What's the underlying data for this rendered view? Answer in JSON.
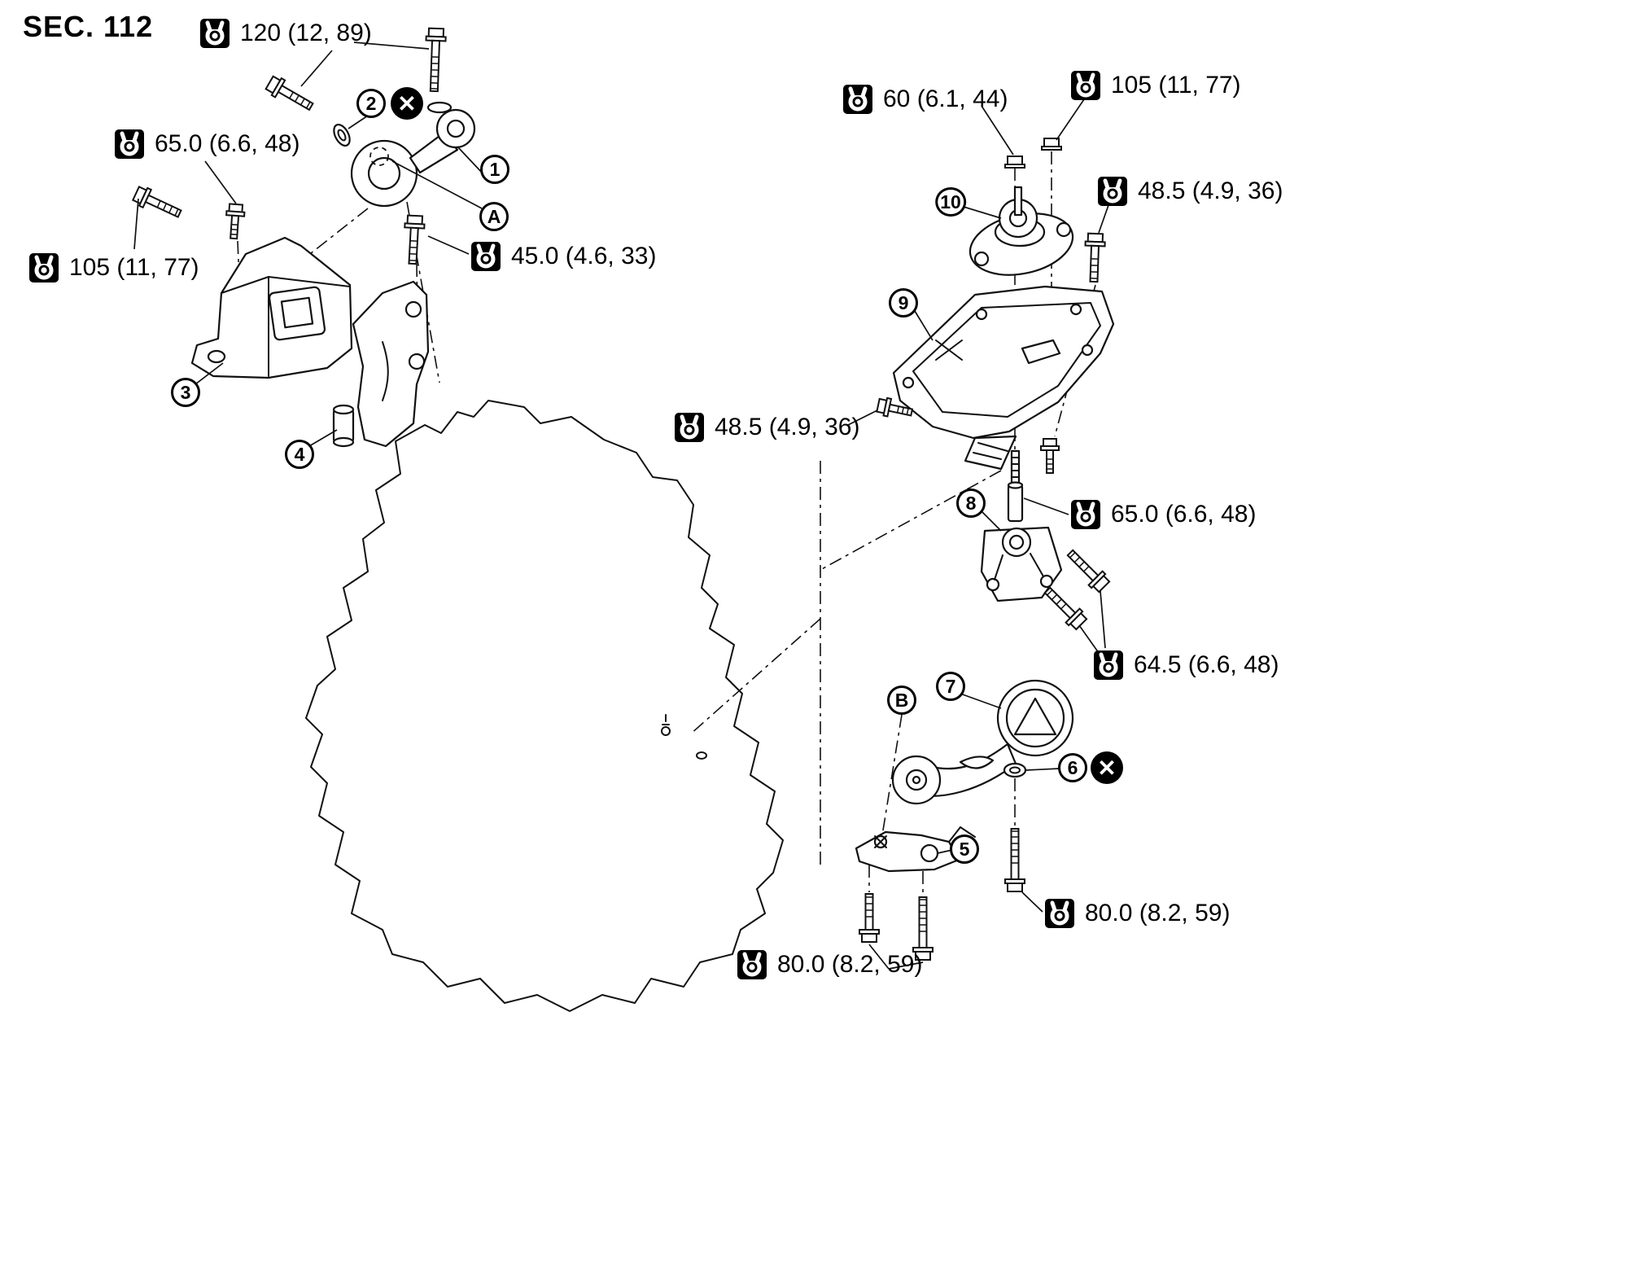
{
  "title": "SEC. 112",
  "callouts": [
    {
      "id": "torque-120",
      "text": "120 (12, 89)"
    },
    {
      "id": "torque-65-left",
      "text": "65.0 (6.6, 48)"
    },
    {
      "id": "torque-105-left",
      "text": "105 (11, 77)"
    },
    {
      "id": "torque-45",
      "text": "45.0 (4.6, 33)"
    },
    {
      "id": "torque-60",
      "text": "60 (6.1, 44)"
    },
    {
      "id": "torque-105-right",
      "text": "105 (11, 77)"
    },
    {
      "id": "torque-48-right",
      "text": "48.5 (4.9, 36)"
    },
    {
      "id": "torque-48-left",
      "text": "48.5 (4.9, 36)"
    },
    {
      "id": "torque-65-right",
      "text": "65.0 (6.6, 48)"
    },
    {
      "id": "torque-64",
      "text": "64.5 (6.6, 48)"
    },
    {
      "id": "torque-80-right",
      "text": "80.0 (8.2, 59)"
    },
    {
      "id": "torque-80-bottom",
      "text": "80.0 (8.2, 59)"
    }
  ],
  "part_refs": [
    {
      "label": "1"
    },
    {
      "label": "2"
    },
    {
      "label": "3"
    },
    {
      "label": "4"
    },
    {
      "label": "5"
    },
    {
      "label": "6"
    },
    {
      "label": "7"
    },
    {
      "label": "8"
    },
    {
      "label": "9"
    },
    {
      "label": "10"
    },
    {
      "label": "A"
    },
    {
      "label": "B"
    }
  ],
  "symbols": {
    "do_not_reuse": "✕"
  }
}
